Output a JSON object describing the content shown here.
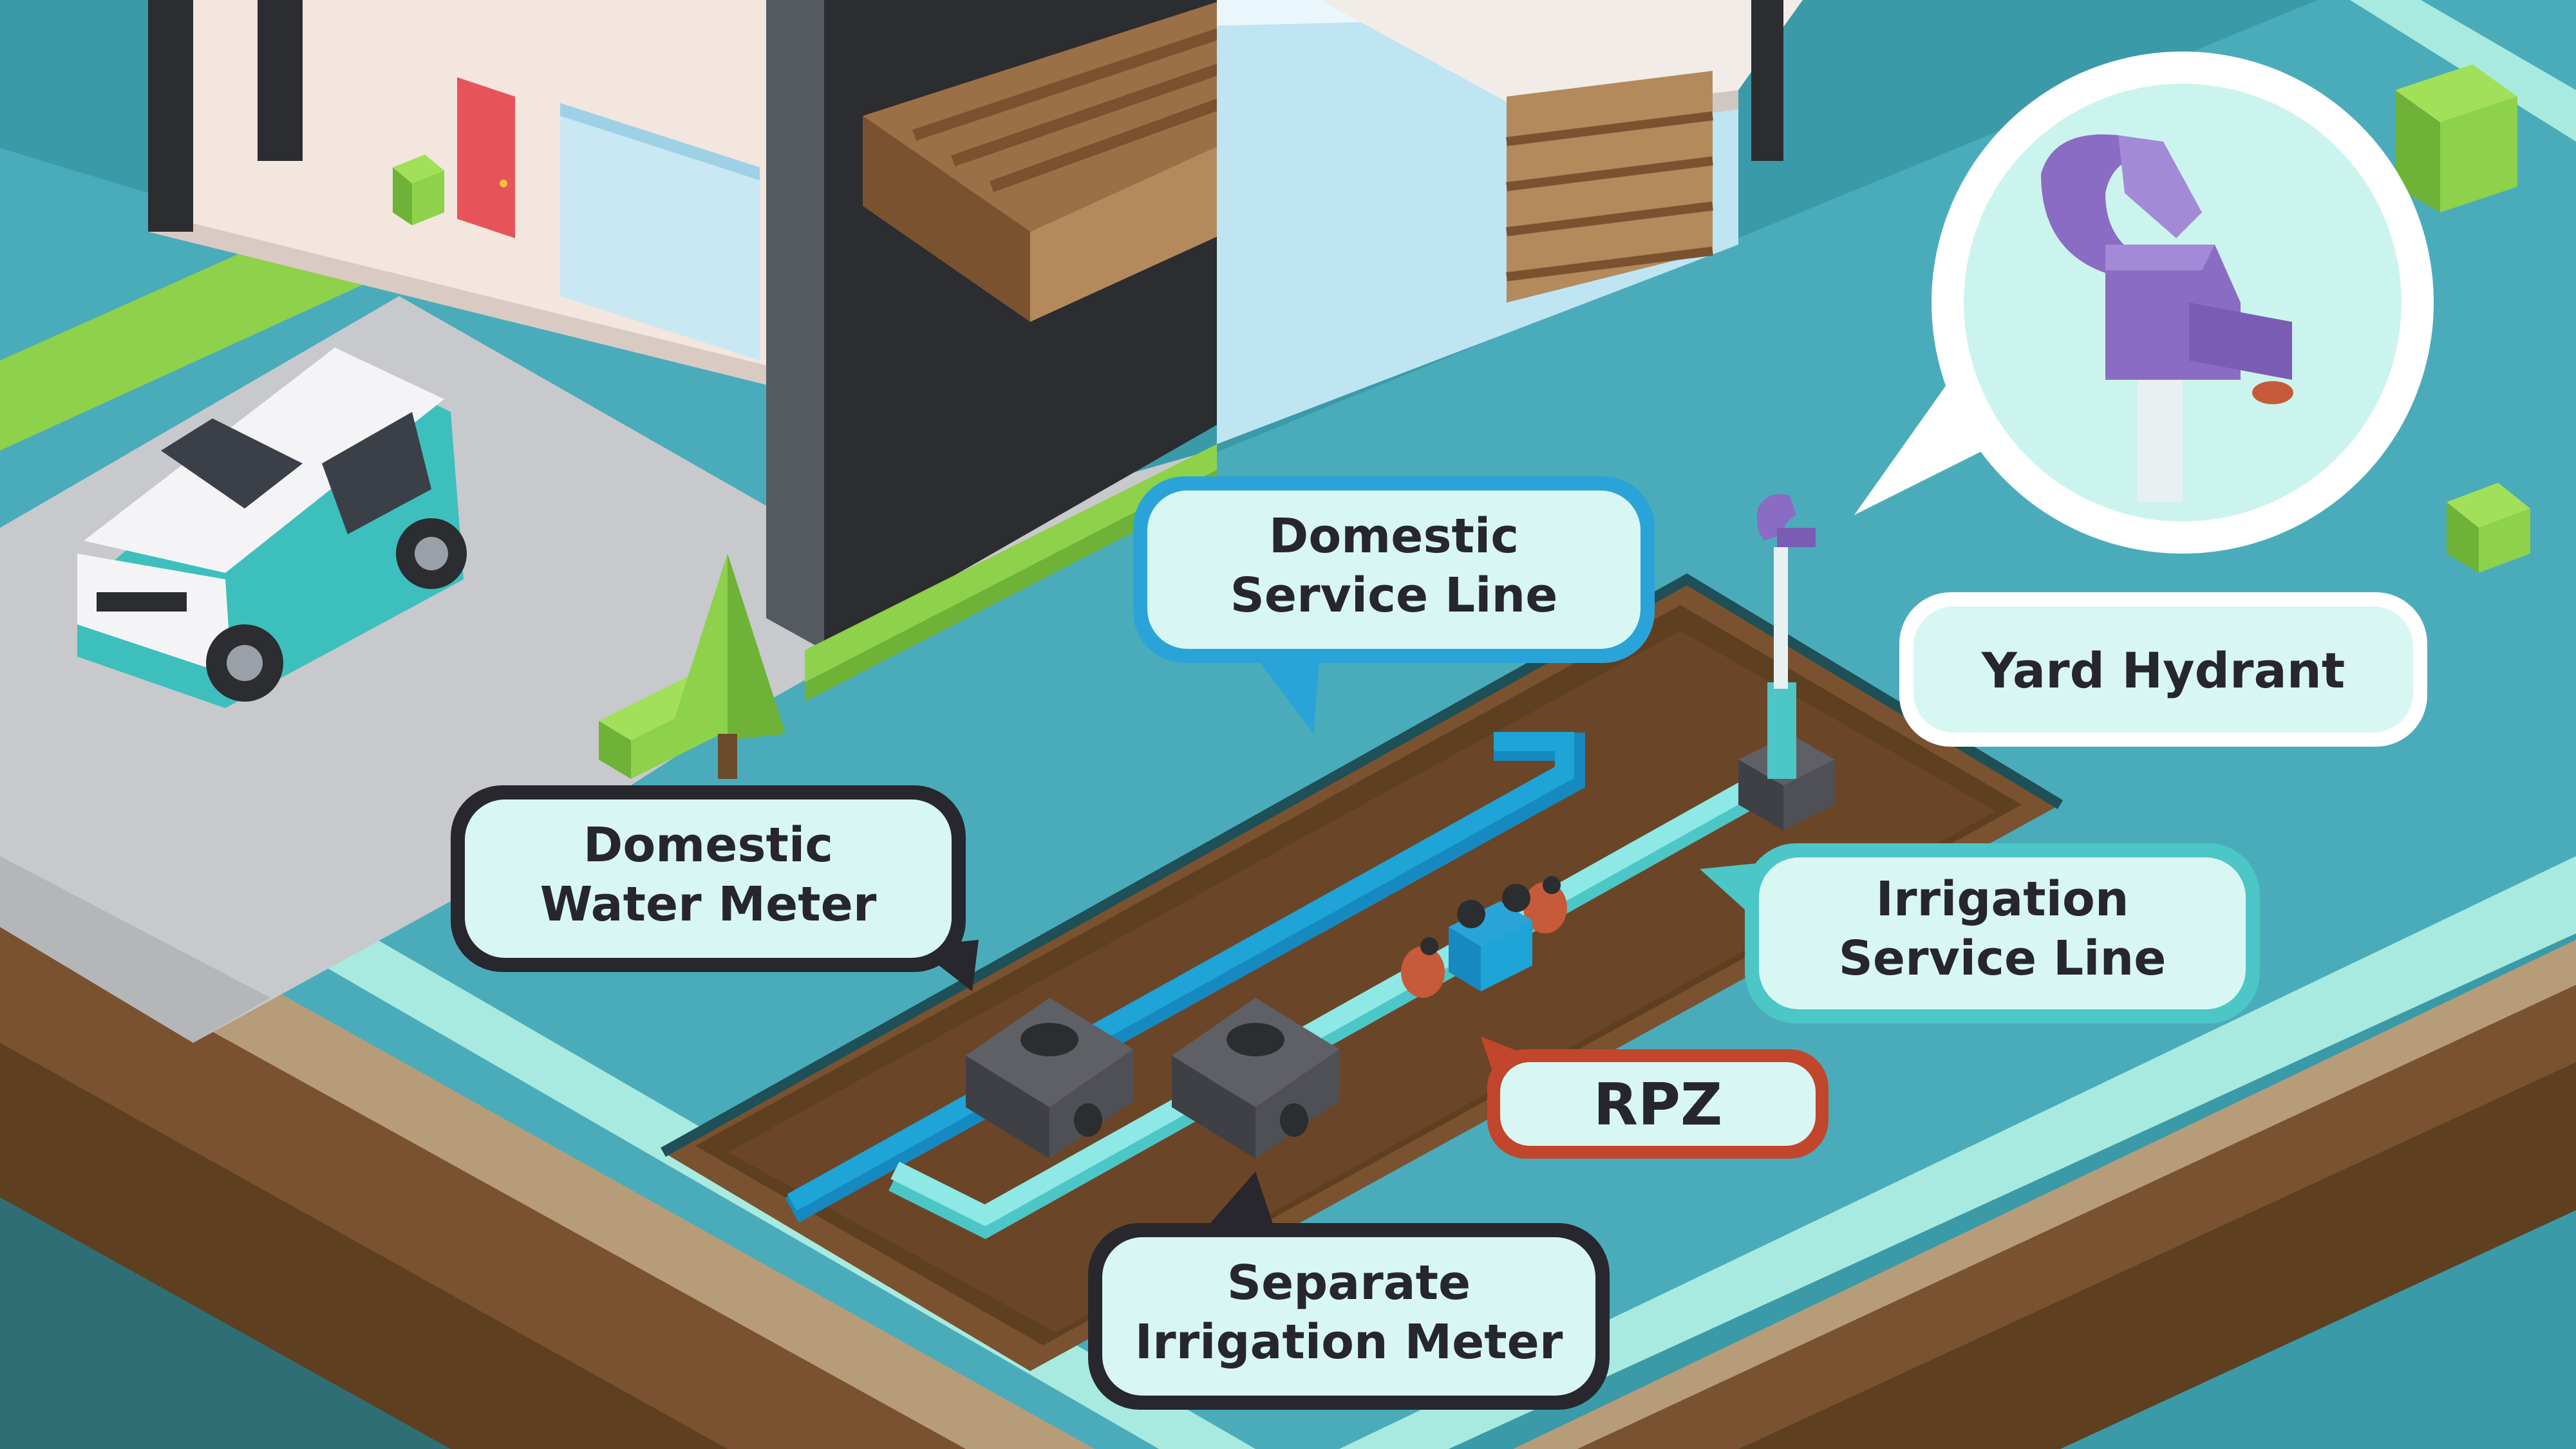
{
  "labels": {
    "domestic_service_line": [
      "Domestic",
      "Service Line"
    ],
    "domestic_water_meter": [
      "Domestic",
      "Water Meter"
    ],
    "yard_hydrant": [
      "Yard Hydrant"
    ],
    "irrigation_service_line": [
      "Irrigation",
      "Service Line"
    ],
    "rpz": [
      "RPZ"
    ],
    "separate_irrigation_meter": [
      "Separate",
      "Irrigation Meter"
    ]
  },
  "colors": {
    "ground_teal": "#3a9aa8",
    "lawn_teal": "#4aacba",
    "curb_mint": "#a8eadf",
    "soil_dark": "#5e3f20",
    "soil_mid": "#7a5230",
    "domestic_pipe": "#1ea4d6",
    "irrigation_pipe": "#7fe0e0",
    "callout_fill": "#d8f7f2",
    "border_black": "#27272d",
    "border_blue": "#2aa4d8",
    "border_teal": "#4cc6c6",
    "border_red": "#c2462c",
    "hydrant_purple": "#8a6cc4"
  },
  "icons": {
    "car": "car-icon",
    "tree": "tree-icon",
    "hydrant": "yard-hydrant-icon",
    "meter_box": "meter-box-icon",
    "rpz_valve": "rpz-valve-icon"
  }
}
